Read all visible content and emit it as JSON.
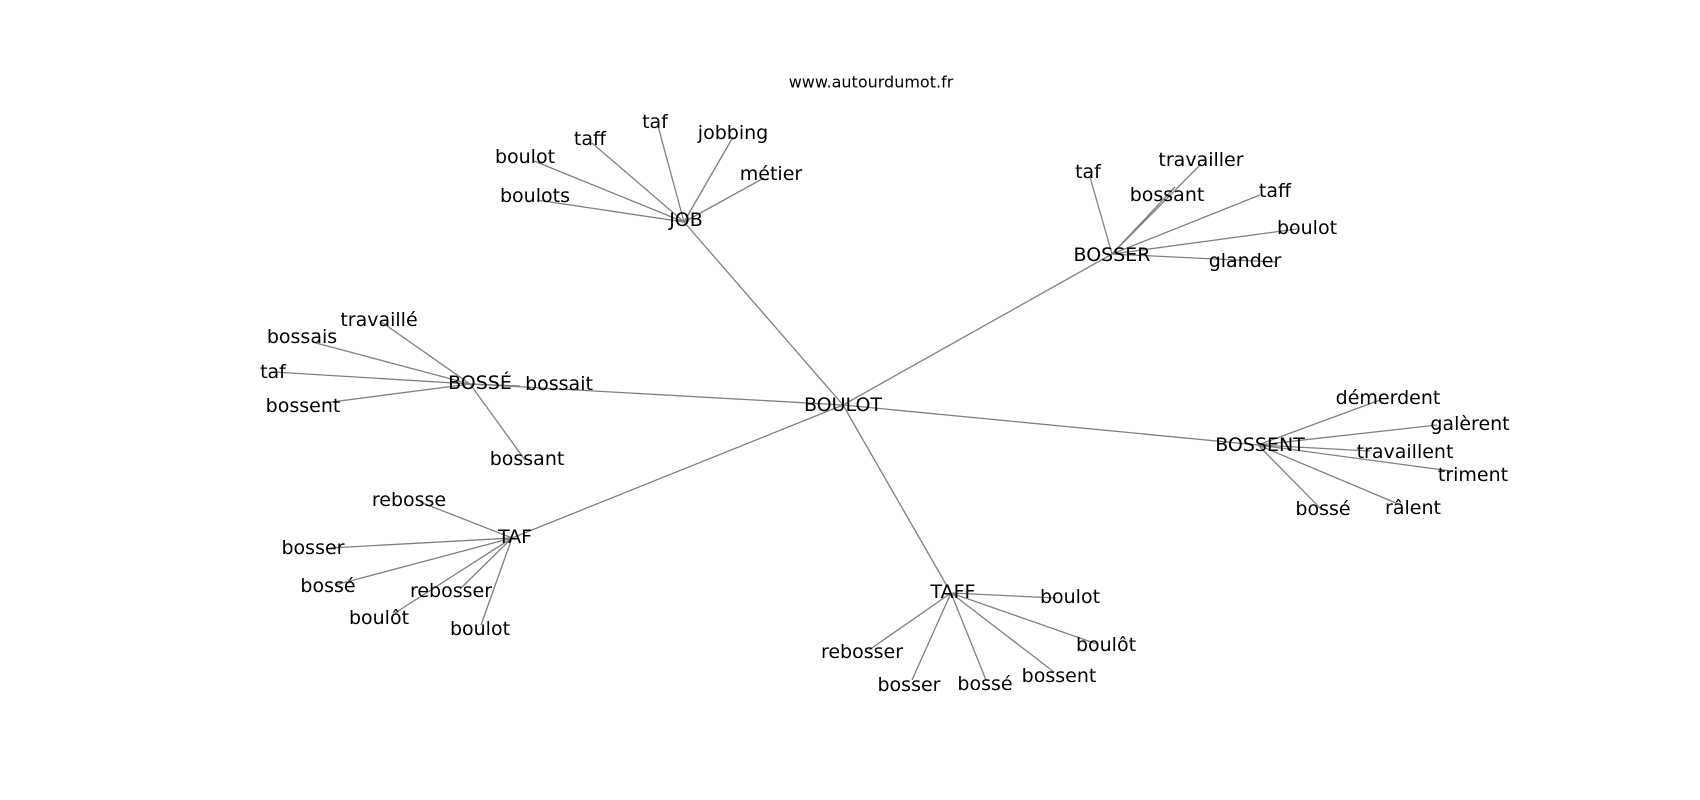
{
  "source": "www.autourdumot.fr",
  "center": "BOULOT",
  "clusters": [
    {
      "label": "JOB",
      "leaves": [
        "boulot",
        "taff",
        "taf",
        "jobbing",
        "métier",
        "boulots"
      ]
    },
    {
      "label": "BOSSER",
      "leaves": [
        "taf",
        "travailler",
        "bossant",
        "taff",
        "boulot",
        "glander"
      ]
    },
    {
      "label": "BOSSÉ",
      "leaves": [
        "travaillé",
        "bossais",
        "taf",
        "bossent",
        "bossait",
        "bossant"
      ]
    },
    {
      "label": "BOSSENT",
      "leaves": [
        "démerdent",
        "galèrent",
        "travaillent",
        "triment",
        "bossé",
        "râlent"
      ]
    },
    {
      "label": "TAF",
      "leaves": [
        "rebosse",
        "bosser",
        "bossé",
        "rebosser",
        "boulôt",
        "boulot"
      ]
    },
    {
      "label": "TAFF",
      "leaves": [
        "boulot",
        "boulôt",
        "rebosser",
        "bosser",
        "bossé",
        "bossent"
      ]
    }
  ]
}
